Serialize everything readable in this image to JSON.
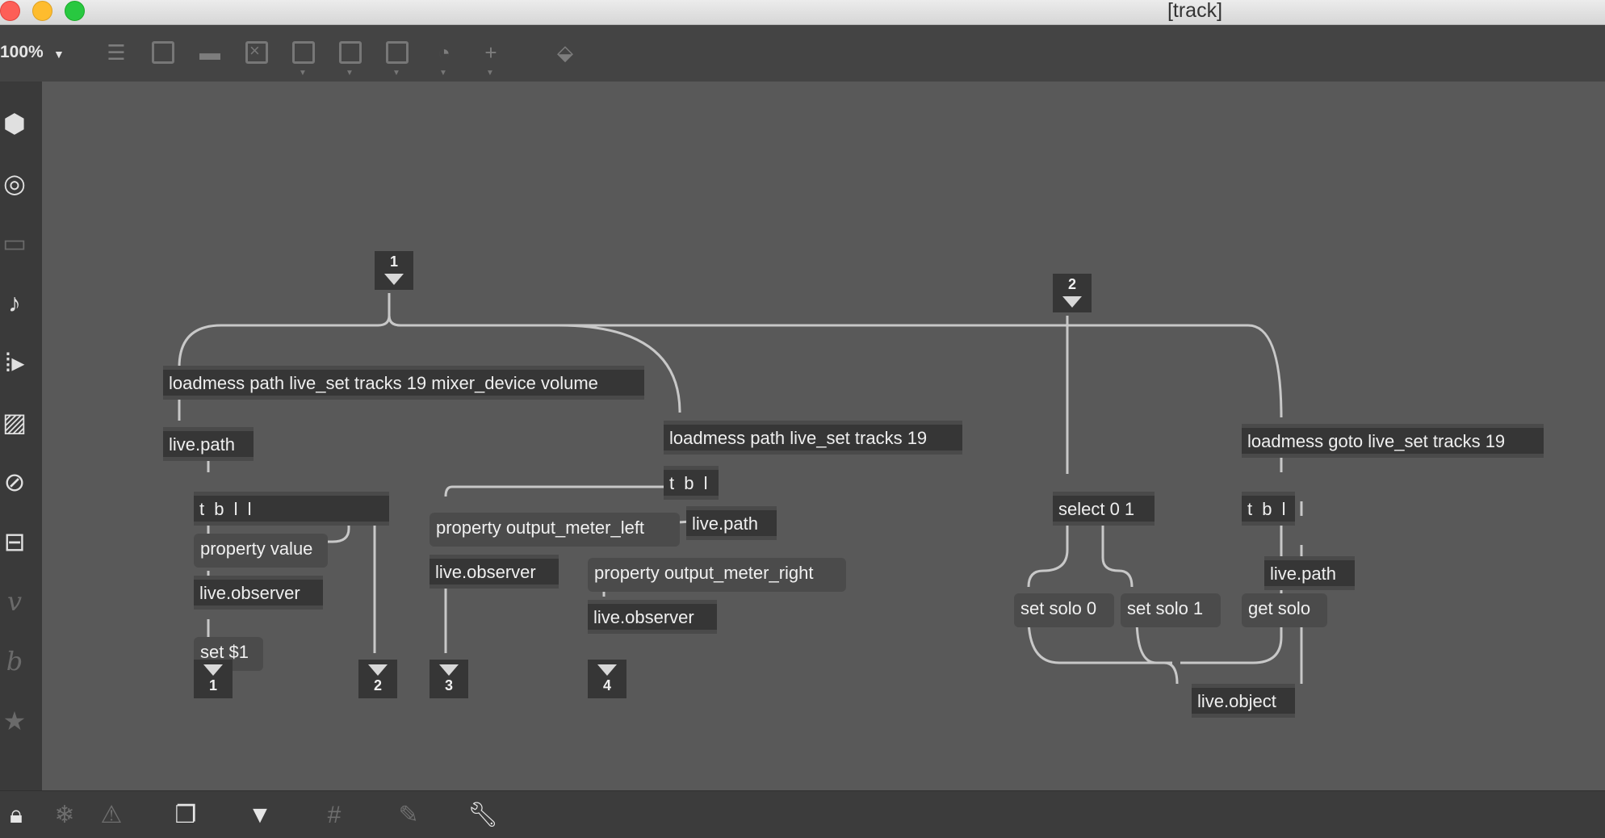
{
  "window": {
    "title": "[track]"
  },
  "toolbar": {
    "zoom": "100%",
    "icons": [
      "object-icon",
      "message-icon",
      "comment-icon",
      "toggle-icon",
      "button-icon",
      "bang-icon",
      "slider-icon",
      "dial-icon",
      "add-icon",
      "paint-bucket-icon"
    ]
  },
  "sidebar": {
    "icons": [
      "package-icon",
      "target-icon",
      "device-icon",
      "note-icon",
      "arrangement-icon",
      "image-icon",
      "clip-icon",
      "plug-icon",
      "vimeo-icon",
      "bpatcher-icon",
      "star-icon"
    ]
  },
  "patcher": {
    "inlets": [
      {
        "label": "1"
      },
      {
        "label": "2"
      }
    ],
    "outlets": [
      {
        "label": "1"
      },
      {
        "label": "2"
      },
      {
        "label": "3"
      },
      {
        "label": "4"
      }
    ],
    "objects": {
      "loadmess_volume": "loadmess path live_set tracks 19 mixer_device volume",
      "livepath_1": "live.path",
      "tbll": "t b l l",
      "liveobserver_1": "live.observer",
      "loadmess_tracks": "loadmess path live_set tracks 19",
      "tbl_1": "t b l",
      "livepath_2": "live.path",
      "liveobserver_2": "live.observer",
      "liveobserver_3": "live.observer",
      "select": "select 0 1",
      "loadmess_goto": "loadmess goto live_set tracks 19",
      "tbl_2": "t b l",
      "livepath_3": "live.path",
      "liveobject": "live.object"
    },
    "messages": {
      "property_value": "property value",
      "set_dollar1": "set $1",
      "property_meter_left": "property output_meter_left",
      "property_meter_right": "property output_meter_right",
      "set_solo_0": "set solo 0",
      "set_solo_1": "set solo 1",
      "get_solo": "get solo"
    }
  },
  "bottombar": {
    "icons": [
      "lock-icon",
      "freeze-icon",
      "warning-icon",
      "windows-icon",
      "presentation-icon",
      "grid-icon",
      "snap-icon",
      "wrench-icon"
    ]
  },
  "colors": {
    "canvas": "#595959",
    "object": "#363636",
    "message": "#4b4b4b",
    "cord": "#c8c8c8"
  }
}
